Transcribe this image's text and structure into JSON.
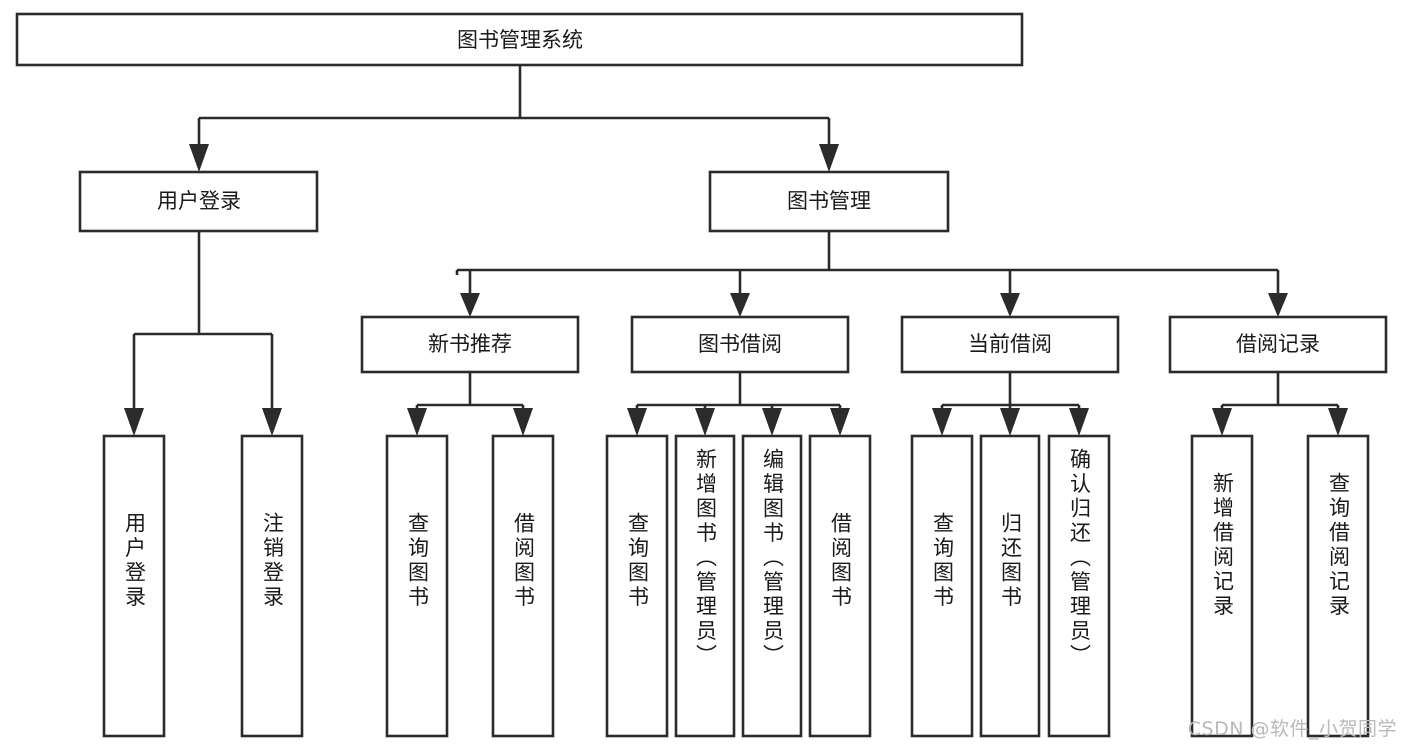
{
  "diagram": {
    "type": "tree",
    "title": "图书管理系统",
    "orientation": "top-down",
    "root": {
      "id": "root",
      "label": "图书管理系统",
      "text_direction": "horizontal"
    },
    "level2": [
      {
        "id": "user-login",
        "label": "用户登录",
        "text_direction": "horizontal"
      },
      {
        "id": "book-management",
        "label": "图书管理",
        "text_direction": "horizontal"
      }
    ],
    "level3": [
      {
        "id": "new-book-recommend",
        "label": "新书推荐",
        "parent": "book-management",
        "text_direction": "horizontal"
      },
      {
        "id": "book-borrow",
        "label": "图书借阅",
        "parent": "book-management",
        "text_direction": "horizontal"
      },
      {
        "id": "current-borrow",
        "label": "当前借阅",
        "parent": "book-management",
        "text_direction": "horizontal"
      },
      {
        "id": "borrow-record",
        "label": "借阅记录",
        "parent": "book-management",
        "text_direction": "horizontal"
      }
    ],
    "leaves": [
      {
        "id": "leaf-user-login",
        "label": "用户登录",
        "parent": "user-login",
        "text_direction": "vertical"
      },
      {
        "id": "leaf-logout-login",
        "label": "注销登录",
        "parent": "user-login",
        "text_direction": "vertical"
      },
      {
        "id": "leaf-query-book-1",
        "label": "查询图书",
        "parent": "new-book-recommend",
        "text_direction": "vertical"
      },
      {
        "id": "leaf-borrow-book-1",
        "label": "借阅图书",
        "parent": "new-book-recommend",
        "text_direction": "vertical"
      },
      {
        "id": "leaf-query-book-2",
        "label": "查询图书",
        "parent": "book-borrow",
        "text_direction": "vertical"
      },
      {
        "id": "leaf-add-book",
        "label": "新增图书（管理员）",
        "parent": "book-borrow",
        "text_direction": "vertical"
      },
      {
        "id": "leaf-edit-book",
        "label": "编辑图书（管理员）",
        "parent": "book-borrow",
        "text_direction": "vertical"
      },
      {
        "id": "leaf-borrow-book-2",
        "label": "借阅图书",
        "parent": "book-borrow",
        "text_direction": "vertical"
      },
      {
        "id": "leaf-query-book-3",
        "label": "查询图书",
        "parent": "current-borrow",
        "text_direction": "vertical"
      },
      {
        "id": "leaf-return-book",
        "label": "归还图书",
        "parent": "current-borrow",
        "text_direction": "vertical"
      },
      {
        "id": "leaf-confirm-return",
        "label": "确认归还（管理员）",
        "parent": "current-borrow",
        "text_direction": "vertical"
      },
      {
        "id": "leaf-add-record",
        "label": "新增借阅记录",
        "parent": "borrow-record",
        "text_direction": "vertical"
      },
      {
        "id": "leaf-query-record",
        "label": "查询借阅记录",
        "parent": "borrow-record",
        "text_direction": "vertical"
      }
    ],
    "colors": {
      "box_stroke": "#2b2b2b",
      "box_fill": "#ffffff",
      "text": "#1a1a1a",
      "connector": "#2b2b2b",
      "watermark": "#b9b9b9",
      "background": "#ffffff"
    }
  },
  "watermark": {
    "text": "CSDN @软件_小贺同学"
  }
}
